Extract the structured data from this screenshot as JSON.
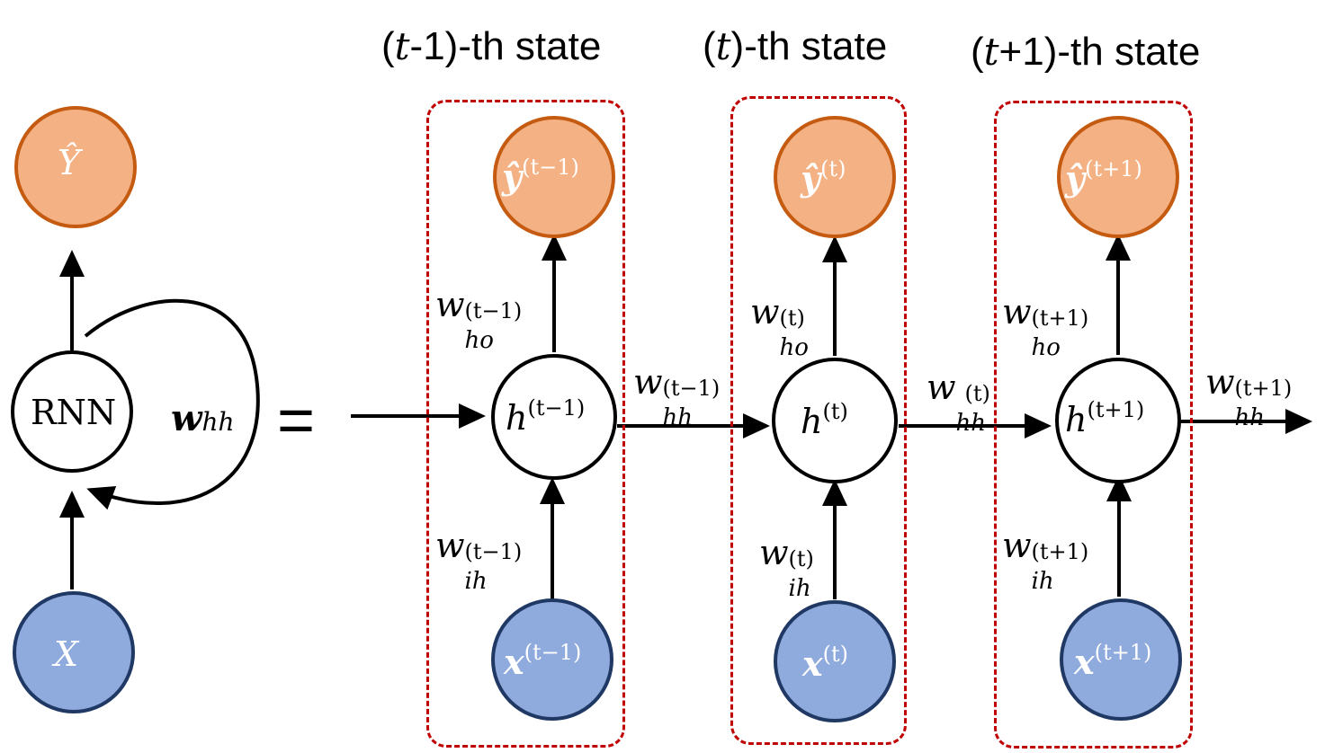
{
  "headers": [
    {
      "pre": "(",
      "var": "t",
      "post": "-1)-th state"
    },
    {
      "pre": "(",
      "var": "t",
      "post": ")-th state"
    },
    {
      "pre": "(",
      "var": "t",
      "post": "+1)-th state"
    }
  ],
  "folded": {
    "output_label": "Ŷ",
    "rnn_label": "RNN",
    "input_label": "X",
    "loop_weight_main": "w",
    "loop_weight_sub": "hh"
  },
  "equals": "=",
  "steps": [
    {
      "sup": "(t−1)",
      "y": "ŷ",
      "h": "h",
      "x": "x",
      "w": "w",
      "who_sub": "ho",
      "wih_sub": "ih",
      "whh_sub": "hh"
    },
    {
      "sup": "(t)",
      "y": "ŷ",
      "h": "h",
      "x": "x",
      "w": "w",
      "who_sub": "ho",
      "wih_sub": "ih",
      "whh_sub": "hh"
    },
    {
      "sup": "(t+1)",
      "y": "ŷ",
      "h": "h",
      "x": "x",
      "w": "w",
      "who_sub": "ho",
      "wih_sub": "ih",
      "whh_sub": "hh"
    }
  ],
  "colors": {
    "output_fill": "#f4b183",
    "output_stroke": "#c55a11",
    "input_fill": "#8faadc",
    "input_stroke": "#203864",
    "box_dash": "#c00000"
  }
}
